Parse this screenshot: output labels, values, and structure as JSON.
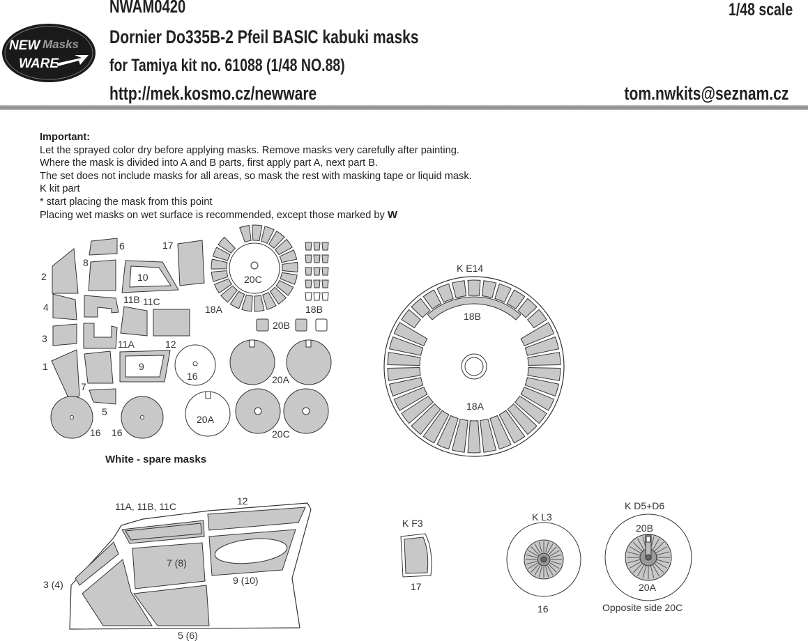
{
  "header": {
    "product_code": "NWAM0420",
    "scale": "1/48 scale",
    "title": "Dornier Do335B-2 Pfeil BASIC kabuki masks",
    "subtitle": "for Tamiya kit no. 61088 (1/48 NO.88)",
    "url": "http://mek.kosmo.cz/newware",
    "email": "tom.nwkits@seznam.cz"
  },
  "logo": {
    "line1": "NEW",
    "line1b": "Masks",
    "line2": "WARE"
  },
  "instructions": {
    "heading": "Important:",
    "lines": [
      "Let the sprayed color dry before applying masks. Remove masks very carefully after painting.",
      "Where the mask is divided into A and B parts, first apply part A, next part B.",
      "The set does not include masks for all areas, so mask the rest with masking tape or liquid mask.",
      "K kit part",
      "*  start placing the mask from this point",
      "Placing wet masks on wet surface is recommended, except those marked by"
    ],
    "wet_mark": "W"
  },
  "sheet_labels": {
    "l2": "2",
    "l4": "4",
    "l3": "3",
    "l1": "1",
    "l6": "6",
    "l8": "8",
    "l10": "10",
    "l17": "17",
    "l11b": "11B",
    "l11c": "11C",
    "l11a": "11A",
    "l12": "12",
    "l9": "9",
    "l7": "7",
    "l5": "5",
    "l16a": "16",
    "l16b": "16",
    "l16c": "16",
    "l20c_top": "20C",
    "l18a": "18A",
    "l18b": "18B",
    "l20b": "20B",
    "l20a_spare": "20A",
    "l20a": "20A",
    "l20c": "20C"
  },
  "spare_note": "White - spare masks",
  "wheel_diagram": {
    "kit_part": "K E14",
    "upper": "18B",
    "lower": "18A"
  },
  "canopy_diagram": {
    "label_11": "11A, 11B, 11C",
    "label_12": "12",
    "label_7": "7 (8)",
    "label_9": "9  (10)",
    "label_3": "3 (4)",
    "label_5": "5 (6)"
  },
  "f3_diagram": {
    "kit_part": "K F3",
    "part": "17"
  },
  "l3_diagram": {
    "kit_part": "K L3",
    "part": "16"
  },
  "d5_diagram": {
    "kit_part": "K D5+D6",
    "upper": "20B",
    "lower": "20A",
    "note": "Opposite side 20C"
  },
  "colors": {
    "mask_fill": "#c8c8c8",
    "outline": "#333333"
  }
}
